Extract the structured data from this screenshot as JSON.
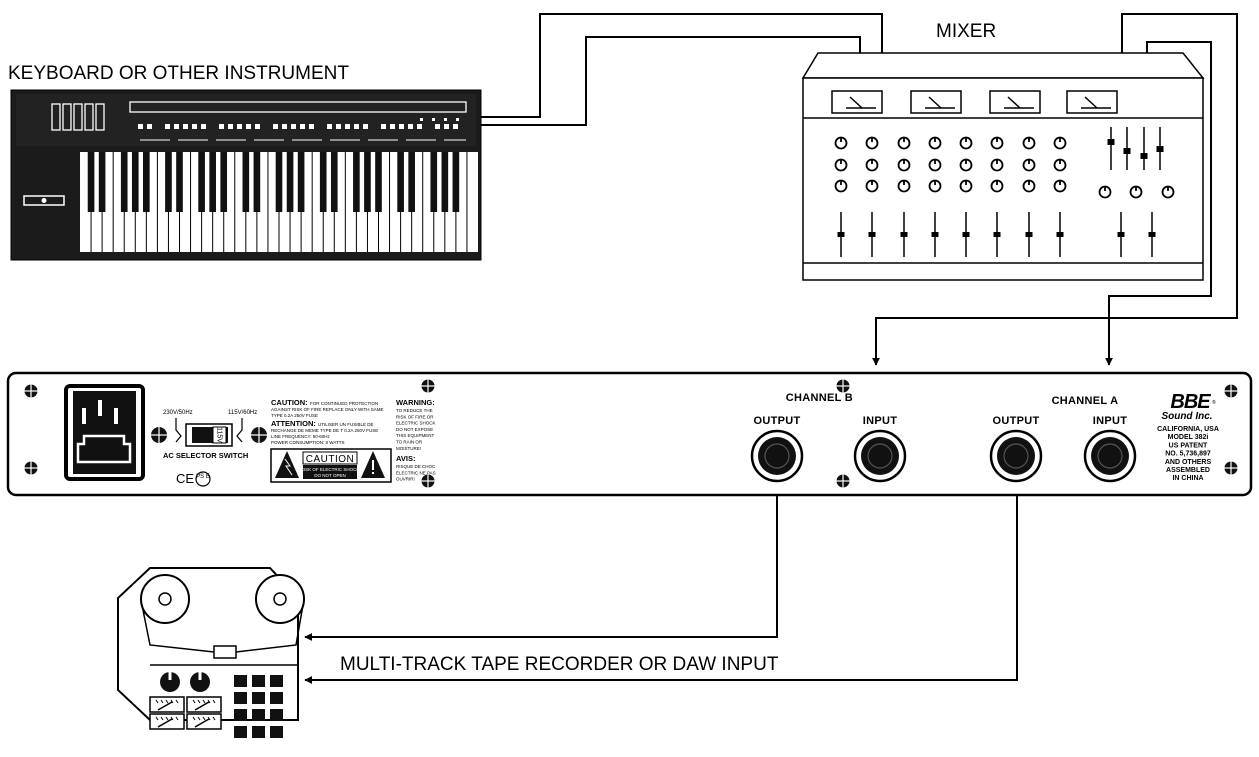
{
  "labels": {
    "keyboard": "KEYBOARD OR OTHER INSTRUMENT",
    "mixer": "MIXER",
    "recorder": "MULTI-TRACK TAPE RECORDER OR DAW INPUT"
  },
  "rack": {
    "channel_b": "CHANNEL B",
    "channel_a": "CHANNEL A",
    "output": "OUTPUT",
    "input": "INPUT",
    "voltage_left": "230V/50Hz",
    "voltage_right": "115V/60Hz",
    "switch_value": "115V",
    "ac_selector": "AC SELECTOR SWITCH",
    "ce_mark": "CE",
    "pse_mark": "PS E",
    "caution_head": "CAUTION:",
    "caution_text_1": "FOR CONTINUED PROTECTION",
    "caution_text_2": "AGAINST RISK OF FIRE REPLACE ONLY WITH SAME",
    "caution_text_3": "TYPE 0.2A 250V FUSE",
    "attention_head": "ATTENTION:",
    "attention_text_1": "UTILISER UN FUSIBLE DE",
    "attention_text_2": "RECHANGE DE MEME TYPE DE T 0.2A 250V FUSE",
    "attention_text_3": "LINE FREQUENCY: 50-60Hz",
    "attention_text_4": "POWER CONSUMPTION: 8 WATTS",
    "caution_box_title": "CAUTION",
    "caution_box_line1": "RISK OF ELECTRIC SHOCK",
    "caution_box_line2": "DO NOT OPEN",
    "warning_head": "WARNING:",
    "warning_text": [
      "TO REDUCE THE",
      "RISK OF FIRE OR",
      "ELECTRIC SHOCK",
      "DO NOT EXPOSE",
      "THIS EQUIPMENT",
      "TO RAIN OR",
      "MOISTURE!"
    ],
    "avis_head": "AVIS:",
    "avis_text": [
      "RISQUE DE CHOC",
      "ELECTRIC NE PAS",
      "OUVRIR!"
    ],
    "brand_logo": "BBE",
    "brand_name": "Sound Inc.",
    "brand_info": [
      "CALIFORNIA, USA",
      "MODEL 382i",
      "US PATENT",
      "NO. 5,736,897",
      "AND OTHERS",
      "ASSEMBLED",
      "IN CHINA"
    ]
  },
  "colors": {
    "ink": "#000000",
    "panel": "#ffffff",
    "keyboard_body": "#1a1a1a"
  }
}
